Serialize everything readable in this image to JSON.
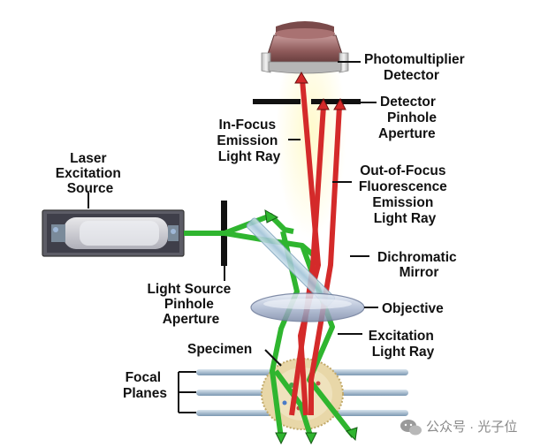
{
  "labels": {
    "detector": [
      "Photomultiplier",
      "Detector"
    ],
    "detector_pinhole": [
      "Detector",
      "Pinhole",
      "Aperture"
    ],
    "in_focus": [
      "In-Focus",
      "Emission",
      "Light Ray"
    ],
    "laser": [
      "Laser",
      "Excitation",
      "Source"
    ],
    "out_of_focus": [
      "Out-of-Focus",
      "Fluorescence",
      "Emission",
      "Light Ray"
    ],
    "dichromatic": [
      "Dichromatic",
      "Mirror"
    ],
    "source_pinhole": [
      "Light Source",
      "Pinhole",
      "Aperture"
    ],
    "objective": "Objective",
    "excitation": [
      "Excitation",
      "Light Ray"
    ],
    "specimen": "Specimen",
    "focal_planes": [
      "Focal",
      "Planes"
    ]
  },
  "watermark": "公众号 · 光子位",
  "colors": {
    "excitation_green": "#2fb52f",
    "emission_red": "#d42a2a",
    "leader": "#111111"
  },
  "icons": {
    "watermark_icon": "wechat-icon"
  }
}
